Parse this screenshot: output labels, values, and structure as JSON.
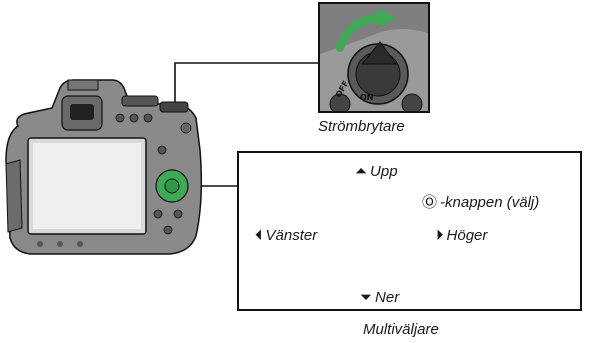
{
  "power": {
    "label": "Strömbrytare",
    "off_text": "OFF",
    "on_text": "ON"
  },
  "multiselector": {
    "up": "Upp",
    "down": "Ner",
    "left": "Vänster",
    "right": "Höger",
    "ok_button": "-knappen (välj)",
    "ok_center": "OK",
    "caption": "Multiväljare"
  },
  "icons": {
    "up": "up-arrow-icon",
    "down": "down-arrow-icon",
    "left": "left-arrow-icon",
    "right": "right-arrow-icon",
    "ok": "ok-icon"
  },
  "colors": {
    "highlight_green": "#3faa55",
    "arrow_green": "#2e9a48"
  }
}
